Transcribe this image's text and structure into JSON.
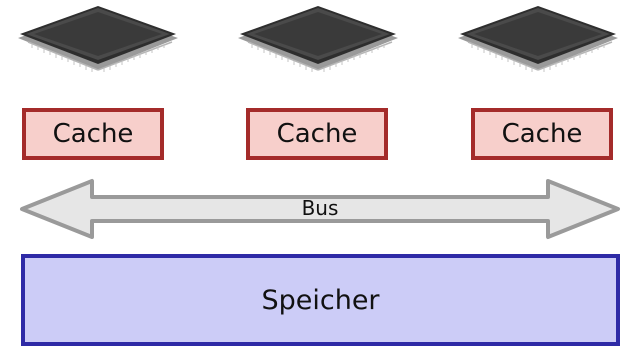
{
  "cpus": [
    {
      "icon": "cpu-chip-icon"
    },
    {
      "icon": "cpu-chip-icon"
    },
    {
      "icon": "cpu-chip-icon"
    }
  ],
  "caches": [
    {
      "label": "Cache"
    },
    {
      "label": "Cache"
    },
    {
      "label": "Cache"
    }
  ],
  "bus": {
    "label": "Bus",
    "icon": "double-arrow-icon"
  },
  "memory": {
    "label": "Speicher"
  },
  "colors": {
    "cache_fill": "#f7cfcb",
    "cache_border": "#a42b2a",
    "memory_fill": "#ccccf7",
    "memory_border": "#2e2aa6",
    "bus_fill": "#e6e6e6",
    "bus_border": "#9a9a9a",
    "chip_body": "#3a3a3a"
  }
}
